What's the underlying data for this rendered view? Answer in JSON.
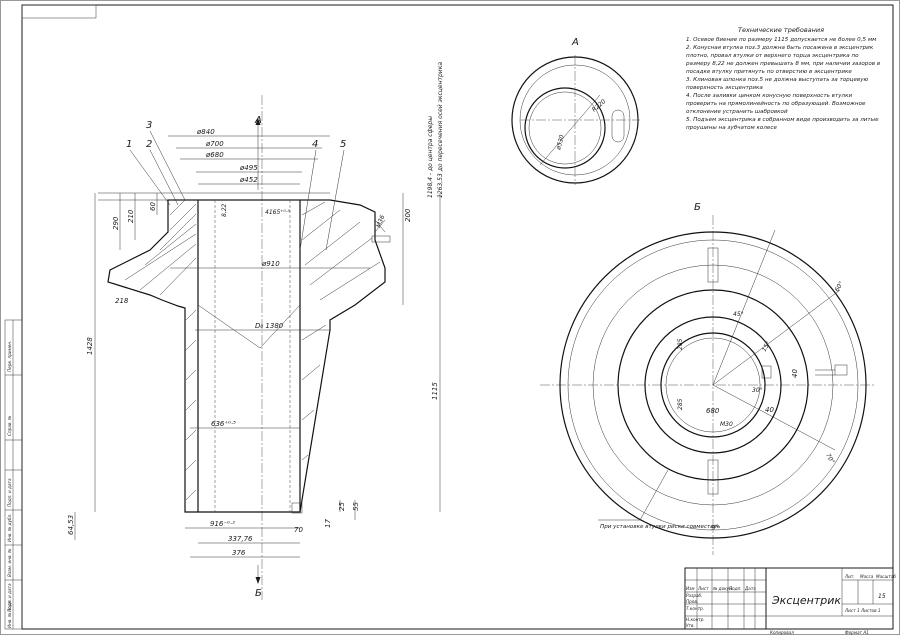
{
  "drawing": {
    "title": "Эксцентрик",
    "sheet_number": "15",
    "sheet_info": "Лист 1  Листов 1",
    "copied": "Копировал",
    "format": "Формат  А1",
    "title_block_headers": [
      "Лит.",
      "Масса",
      "Масштаб"
    ],
    "title_block_rows": [
      "Изм",
      "Лист",
      "№ докум.",
      "Подп.",
      "Дата"
    ],
    "title_block_roles": [
      "Разраб.",
      "Пров.",
      "Т.контр.",
      "Н.контр.",
      "Утв."
    ]
  },
  "side_strip": [
    "Перв. примен.",
    "Справ. №",
    "Подп. и дата",
    "Инв. № дубл.",
    "Взам. инв. №",
    "Подп. и дата",
    "Инв. № подл."
  ],
  "requirements": {
    "heading": "Технические требования",
    "lines": [
      "1. Осевое биение по размеру 1115 допускается не более 0,5 мм",
      "2. Конусная втулка поз.3 должна быть посажена в эксцентрик",
      "плотно, провал втулки от верхнего торца эксцентрика по",
      "размеру 8,22 не должен превышать 8 мм, при наличии зазоров в",
      "посадке втулку притянуть по отверстию в эксцентрике",
      "3. Клиновая шпонка поз.5 не должна выступать за торцевую",
      "поверхность эксцентрика",
      "4. После заливки цинком конусную поверхность втулки",
      "проверить на прямолинейность по образующей. Возможное",
      "отклонение устранить шабровкой",
      "5. Подъем эксцентрика в собранном виде производить за литые",
      "проушины на зубчатом колесе"
    ]
  },
  "view_labels": {
    "section_top": "А",
    "section_bottom": "Б",
    "view_a": "А",
    "view_b": "Б"
  },
  "leaders": [
    "1",
    "2",
    "3",
    "4",
    "5"
  ],
  "dimensions_section": {
    "d840": "ø840",
    "d700": "ø700",
    "d680": "ø680",
    "d495": "ø495",
    "d452": "ø452",
    "d910": "ø910",
    "d1380": "D₀ 1380",
    "d636": "636⁺⁰·⁵",
    "d916": "916⁻⁰·²",
    "d337": "337,76",
    "d376": "376",
    "v822": "8,22",
    "v4165": "4165⁺⁰·⁵",
    "v60": "60",
    "v290": "290",
    "v210": "210",
    "v218": "218",
    "v200": "200",
    "v1428": "1428",
    "v1115": "1115",
    "v70": "70",
    "v17": "17",
    "v25": "25",
    "v55": "55",
    "v6453": "64,53",
    "m36": "М36",
    "r1": "1198,4 - до центра сферы",
    "r2": "1263,53 до пересечения осей эксцентрика"
  },
  "dimensions_view_a": {
    "d530": "ø530",
    "r220": "R220"
  },
  "dimensions_view_b": {
    "d680": "680",
    "m30": "М30",
    "a40": "40",
    "a285a": "285",
    "a285b": "285",
    "a9": "9°",
    "a30": "30°",
    "a15": "15°",
    "a45": "45°",
    "a60": "60°",
    "a70": "70°",
    "v40": "40",
    "note": "При установке втулки риски совместить"
  }
}
